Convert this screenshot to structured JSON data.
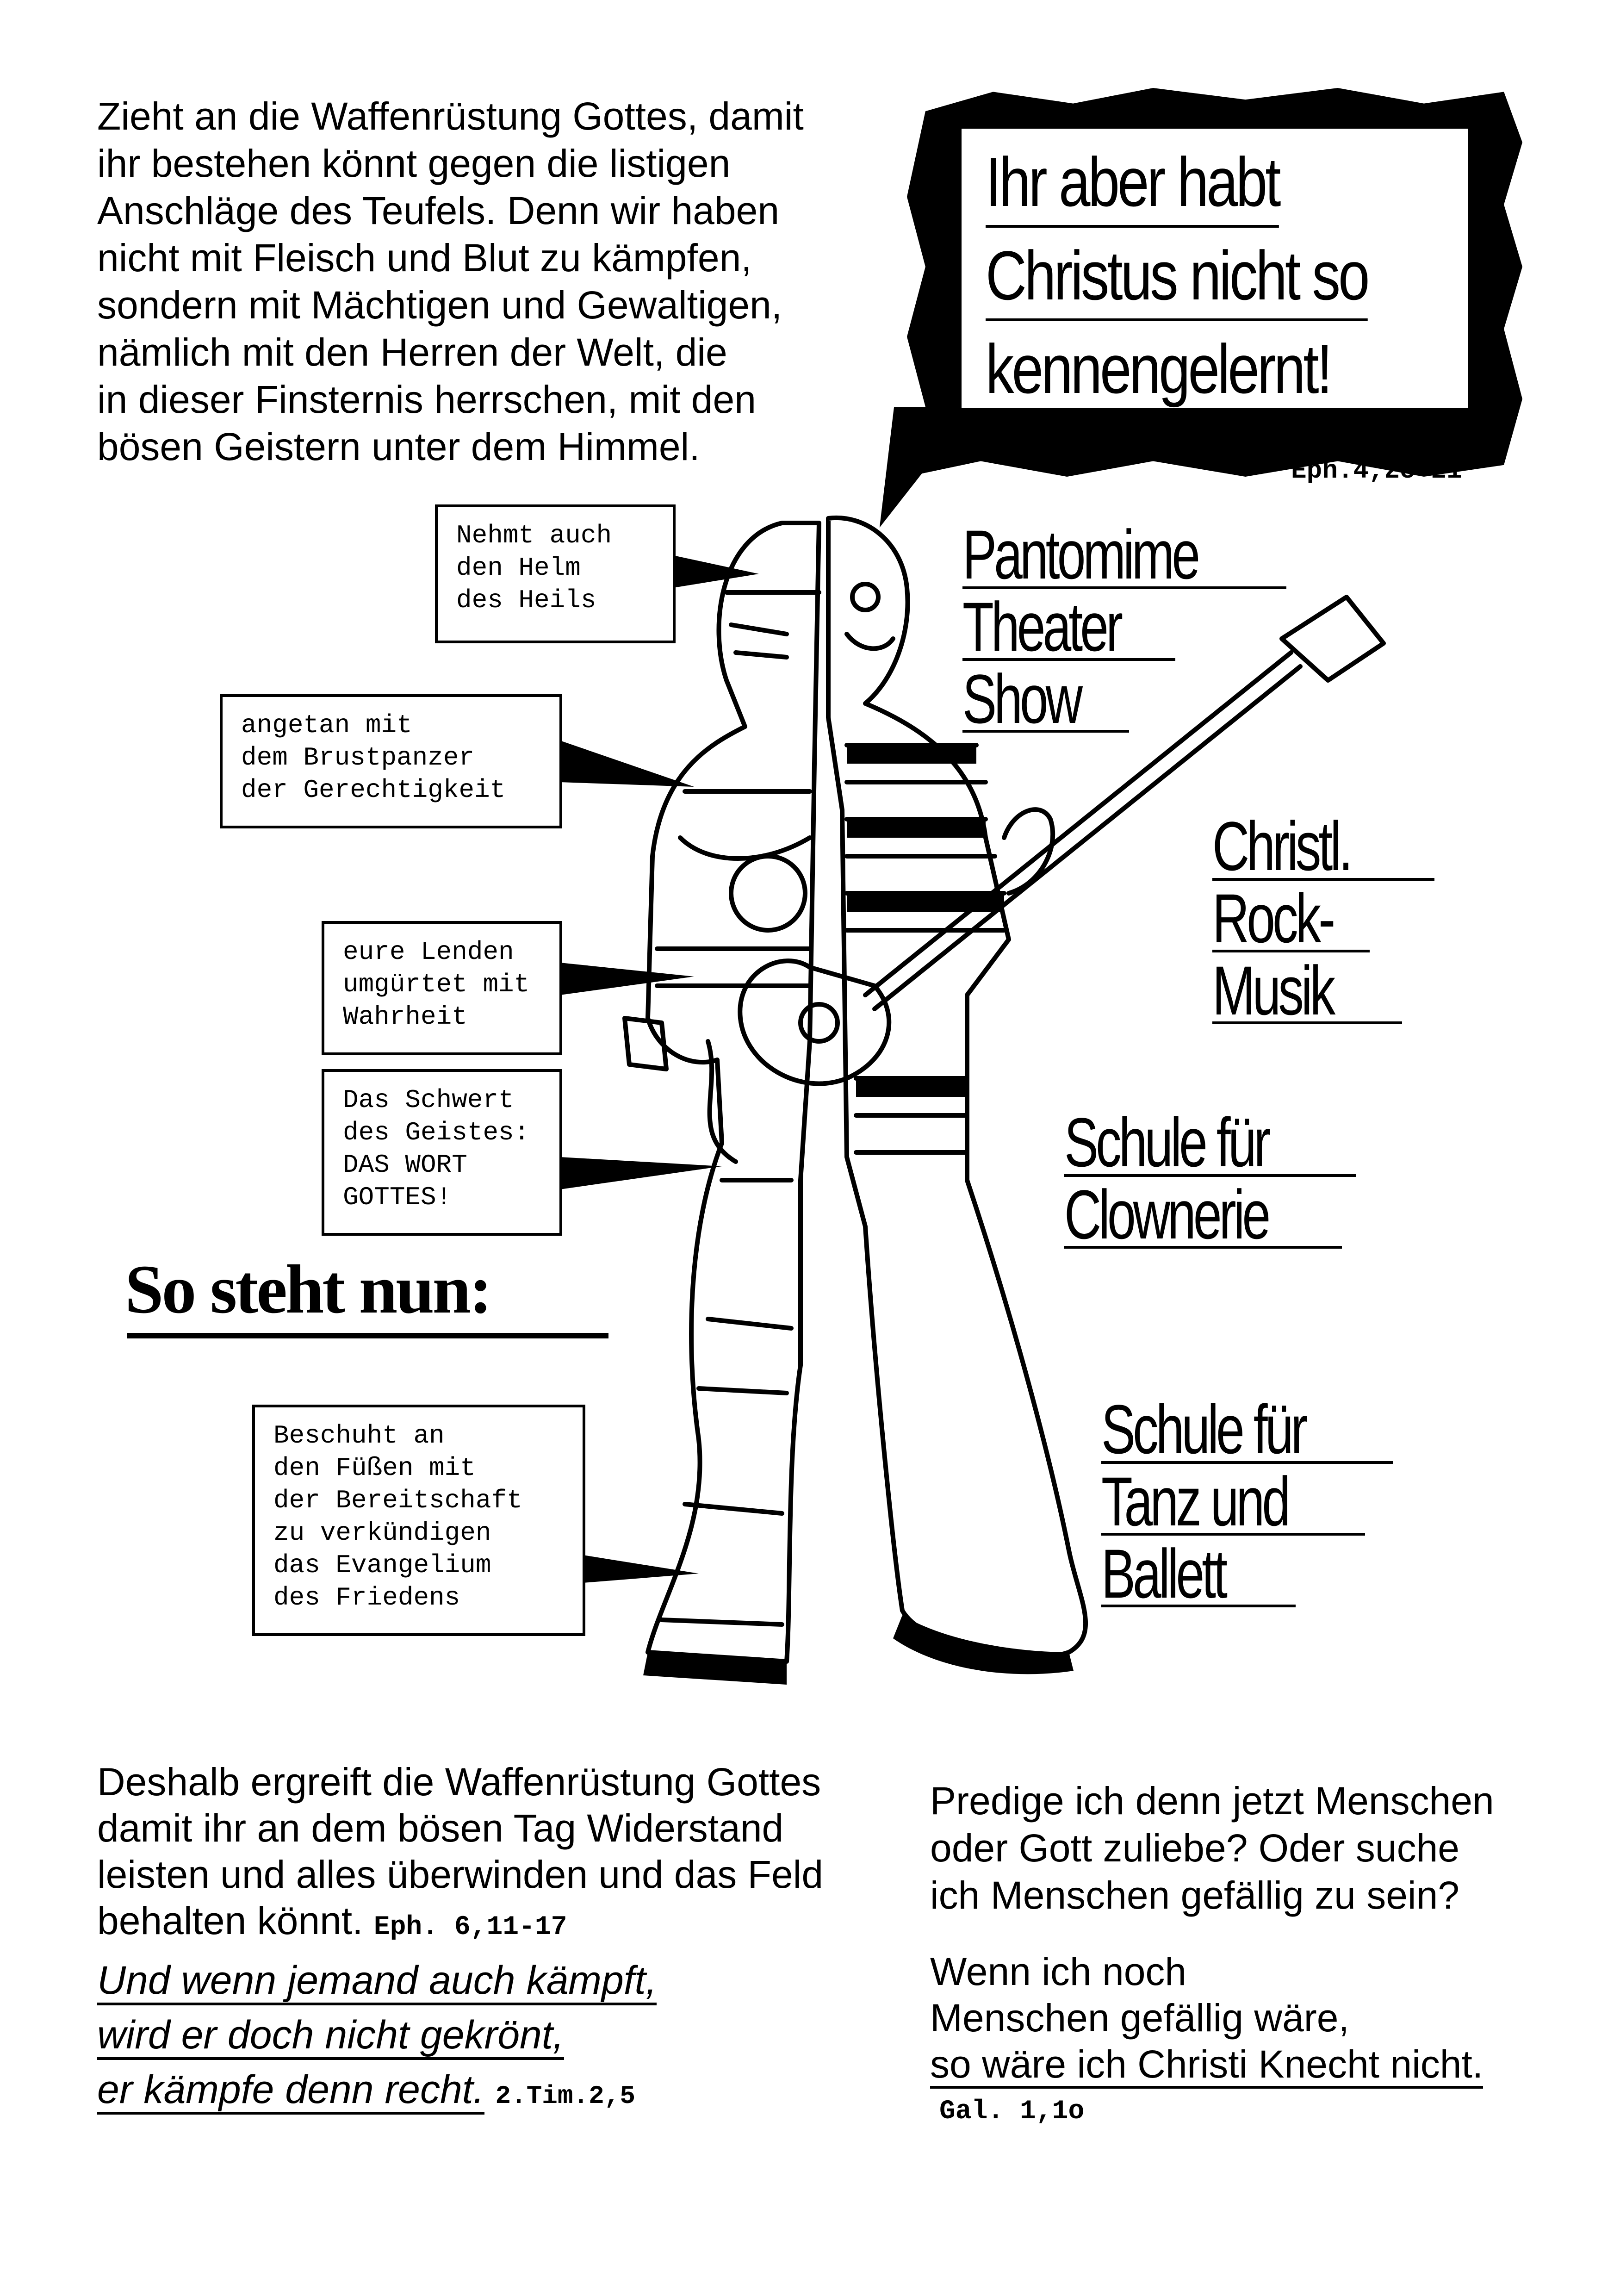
{
  "intro": "Zieht an die Waffenrüstung Gottes, damit\nihr bestehen könnt gegen die listigen\nAnschläge des Teufels. Denn wir haben\nnicht mit Fleisch und Blut zu kämpfen,\nsondern mit Mächtigen und Gewaltigen,\nnämlich mit den Herren der Welt, die\nin dieser Finsternis herrschen, mit den\nbösen Geistern unter dem Himmel.",
  "bubble": {
    "line1": "Ihr aber habt",
    "line2": "Christus nicht so",
    "line3": "kennengelernt!",
    "ref": "Eph.4,2o-21"
  },
  "labels": {
    "helm": "Nehmt auch\nden Helm\ndes Heils",
    "brust": "angetan mit\ndem Brustpanzer\nder Gerechtigkeit",
    "lenden": "eure Lenden\numgürtet mit\nWahrheit",
    "schwert": "Das Schwert\ndes Geistes:\nDAS WORT\nGOTTES!",
    "schuhe": "Beschuht an\nden Füßen mit\nder Bereitschaft\nzu verkündigen\ndas Evangelium\ndes Friedens"
  },
  "so_steht": "So steht nun:",
  "announcements": {
    "a1": "Pantomime\nTheater\nShow",
    "a2": "Christl.\nRock-\nMusik",
    "a3": "Schule für\nClownerie",
    "a4": "Schule für\nTanz und\nBallett"
  },
  "bottom_left": {
    "text": "Deshalb ergreift die Waffenrüstung Gottes\ndamit ihr an dem bösen Tag Widerstand\nleisten und alles überwinden und das Feld\nbehalten könnt. ",
    "ref": "Eph. 6,11-17"
  },
  "quote_left": {
    "line1": "Und wenn jemand auch kämpft,",
    "line2": "wird er doch nicht gekrönt,",
    "line3": "er kämpfe denn recht.",
    "ref": "2.Tim.2,5"
  },
  "bottom_right": {
    "text": "Predige ich denn jetzt Menschen\noder Gott zuliebe? Oder suche\nich Menschen gefällig zu sein?",
    "line1": "Wenn ich noch",
    "line2": "Menschen gefällig wäre,",
    "line3": "so wäre ich Christi Knecht nicht.",
    "ref": "Gal. 1,1o"
  }
}
